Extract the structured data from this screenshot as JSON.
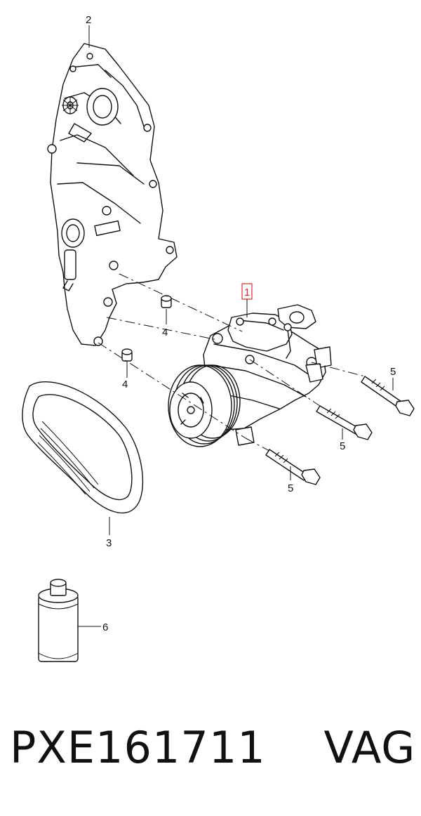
{
  "callouts": {
    "c1": "1",
    "c2": "2",
    "c3": "3",
    "c4a": "4",
    "c4b": "4",
    "c5a": "5",
    "c5b": "5",
    "c5c": "5",
    "c6": "6"
  },
  "footer": {
    "part_number": "PXE161711",
    "brand": "VAG"
  },
  "colors": {
    "highlight": "#d9302f",
    "line": "#111111"
  }
}
